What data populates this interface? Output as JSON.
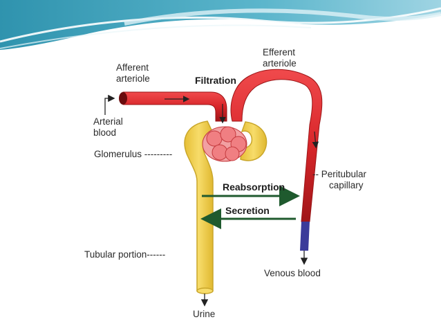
{
  "labels": {
    "afferent_arteriole": [
      "Afferent",
      "arteriole"
    ],
    "efferent_arteriole": [
      "Efferent",
      "arteriole"
    ],
    "filtration": "Filtration",
    "arterial_blood": [
      "Arterial",
      "blood"
    ],
    "glomerulus": "Glomerulus ---------",
    "peritubular_capillary": [
      "-- Peritubular",
      "capillary"
    ],
    "reabsorption": "Reabsorption",
    "secretion": "Secretion",
    "tubular_portion": "Tubular portion------",
    "venous_blood": "Venous blood",
    "urine": "Urine"
  },
  "colors": {
    "header_teal": "#3aa0b8",
    "header_light": "#bfe3ee",
    "vessel_red": "#d8262a",
    "vessel_dark": "#a01518",
    "tubule_yellow": "#f2d04a",
    "tubule_edge": "#c9a62a",
    "glomerulus_pink": "#f08a8c",
    "venous_blue": "#3b3b9a",
    "arrow_green": "#1f5a2e"
  }
}
